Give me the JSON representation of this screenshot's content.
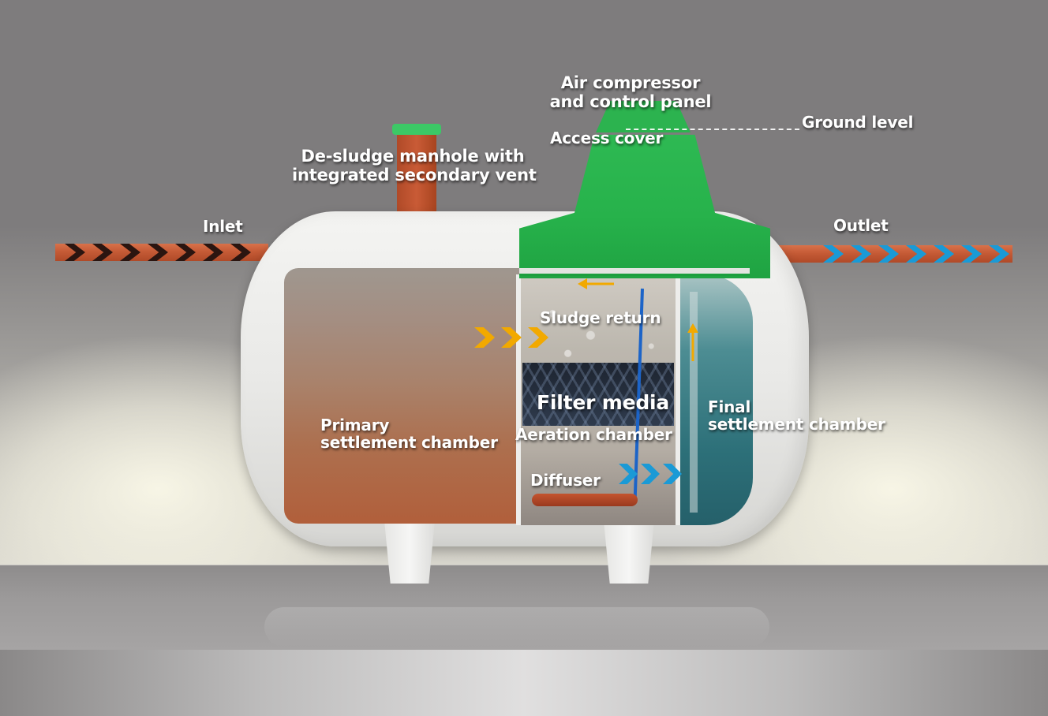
{
  "diagram": {
    "type": "cutaway",
    "subject": "Sewage treatment plant tank",
    "colors": {
      "background": "#7e7c7d",
      "tank_shell": "#eeeeec",
      "access_cover_green": "#27b24b",
      "pipe": "#c55b36",
      "inlet_arrow": "#2b1510",
      "outlet_arrow": "#1a9ad6",
      "sludge_arrow": "#f2a900",
      "primary_chamber": "#ad6f4e",
      "final_chamber": "#2d7079",
      "filter_media": "#1d2430",
      "air_line": "#1c64c8"
    },
    "labels": {
      "air_compressor_line1": "Air compressor",
      "air_compressor_line2": "and control panel",
      "ground_level": "Ground level",
      "access_cover": "Access cover",
      "desludge_line1": "De-sludge manhole with",
      "desludge_line2": "integrated secondary vent",
      "inlet": "Inlet",
      "outlet": "Outlet",
      "sludge_return": "Sludge return",
      "filter_media": "Filter media",
      "aeration_chamber": "Aeration chamber",
      "primary_line1": "Primary",
      "primary_line2": "settlement chamber",
      "final_line1": "Final",
      "final_line2": "settlement chamber",
      "diffuser": "Diffuser"
    },
    "flow_arrows": {
      "inlet_count": 7,
      "outlet_count": 7,
      "primary_to_aeration_count": 3,
      "aeration_to_final_count": 3
    },
    "nodes": [
      {
        "id": "inlet",
        "label": "Inlet"
      },
      {
        "id": "primary",
        "label": "Primary settlement chamber"
      },
      {
        "id": "aeration",
        "label": "Aeration chamber"
      },
      {
        "id": "filter",
        "label": "Filter media"
      },
      {
        "id": "diffuser",
        "label": "Diffuser"
      },
      {
        "id": "final",
        "label": "Final settlement chamber"
      },
      {
        "id": "outlet",
        "label": "Outlet"
      },
      {
        "id": "manhole",
        "label": "De-sludge manhole with integrated secondary vent"
      },
      {
        "id": "cover",
        "label": "Access cover"
      },
      {
        "id": "compressor",
        "label": "Air compressor and control panel"
      }
    ],
    "edges": [
      {
        "from": "inlet",
        "to": "primary"
      },
      {
        "from": "primary",
        "to": "aeration"
      },
      {
        "from": "aeration",
        "to": "final"
      },
      {
        "from": "final",
        "to": "aeration",
        "label": "Sludge return"
      },
      {
        "from": "final",
        "to": "outlet"
      }
    ]
  }
}
